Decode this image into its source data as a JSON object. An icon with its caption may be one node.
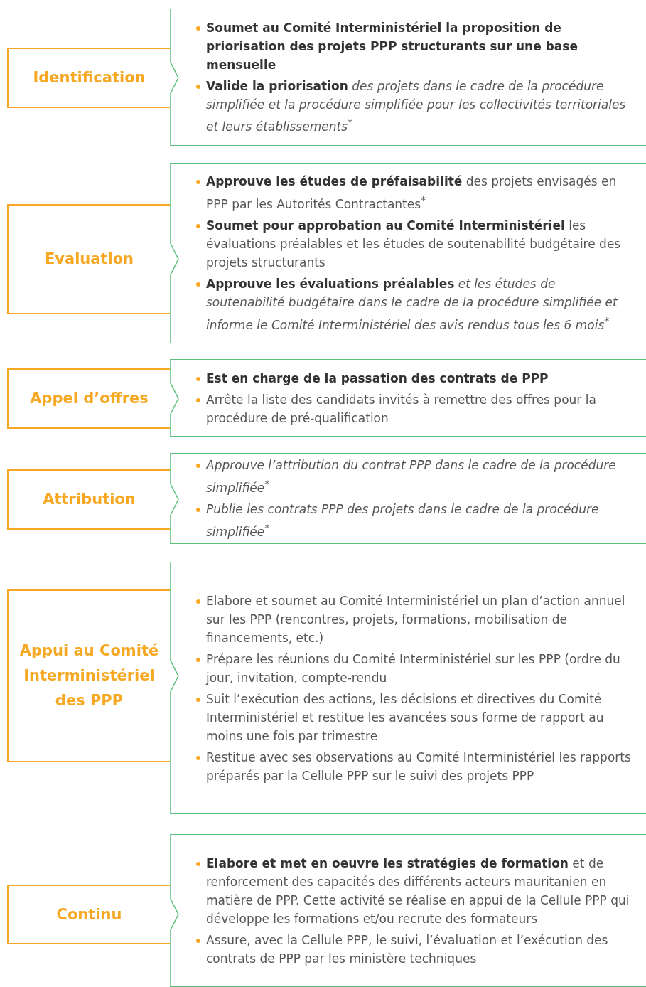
{
  "diagram": {
    "nodes": [
      {
        "text": [
          "Identification"
        ]
      },
      {
        "text": [
          "**Soumet au Comité Interministériel la proposition de priorisation des projets PPP structurants sur une base mensuelle**",
          "**Valide la priorisation** *des projets dans le cadre de la procédure simplifiée et la procédure simplifiée pour les collectivités territoriales et leurs établissements*$^{*}$"
        ]
      },
      {
        "text": [
          "Evaluation"
        ]
      },
      {
        "text": [
          "**Approuve les études de préfaisabilité** des projets envisagés en PPP par les Autorités Contractantes$^{*}$",
          "**Soumet pour approbation au Comité Interministériel** les évaluations préalables et les études de soutenabilité budgétaire des projets structurants",
          "**Approuve les évaluations préalables** *et les études de soutenabilité budgétaire dans le cadre de la procédure simplifiée et informe le Comité Interministériel des avis rendus tous les 6 mois*$^{*}$"
        ]
      },
      {
        "text": [
          "Appel d’offres"
        ]
      },
      {
        "text": [
          "**Est en charge de la passation des contrats de PPP**",
          "Arrête la liste des candidats invités à remettre des offres pour la procédure de pré-qualification"
        ]
      },
      {
        "text": [
          "Attribution"
        ]
      },
      {
        "text": [
          "*Approuve l’attribution du contrat PPP dans le cadre de la procédure simplifiée*$^{*}$",
          "*Publie les contrats PPP des projets dans le cadre de la procédure simplifiée*$^{*}$"
        ]
      },
      {
        "text": [
          "Appui au Comité Interministériel des PPP"
        ]
      },
      {
        "text": [
          "Elabore et soumet au Comité Interministériel un plan d’action annuel sur les PPP (rencontres, projets, formations, mobilisation de financements, etc.)",
          "Prépare les réunions du Comité Interministériel sur les PPP (ordre du jour, invitation, compte-rendu",
          "Suit l’exécution des actions, les décisions et directives du Comité Interministériel et restitue les avancées sous forme de rapport au moins une fois par trimestre",
          "Restitue avec ses observations au Comité Interministériel les rapports préparés par la Cellule PPP sur le suivi des projets PPP"
        ]
      },
      {
        "text": [
          "Continu"
        ]
      },
      {
        "text": [
          "**Elabore et met en oeuvre les stratégies de formation** et de renforcement des capacités des différents acteurs mauritanien en matière de PPP. Cette activité se réalise en appui de la Cellule PPP qui développe les formations et/ou recrute des formateurs",
          "Assure, avec la Cellule PPP, le suivi, l’évaluation et l’exécution des contrats de PPP par les ministère techniques"
        ]
      }
    ]
  }
}
